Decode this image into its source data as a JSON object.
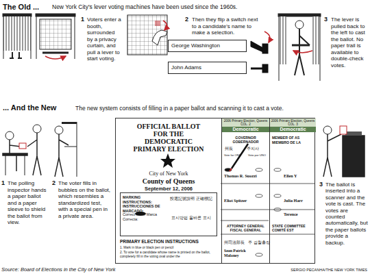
{
  "diagram": {
    "title": "The Old ...",
    "nodes": [
      {
        "text": [
          "George Washington"
        ]
      },
      {
        "text": [
          "John Adams"
        ]
      },
      {
        "text": [
          "OFFICIAL BALLOT FOR THE DEMOCRATIC PRIMARY ELECTION",
          "City of New York",
          "County of Queens",
          "September 12, 2006",
          "PRIMARY ELECTION INSTRUCTIONS",
          "1. Mark in blue or black pen or pencil",
          "2. To vote for a candidate whose name is printed on the ballot, completely fill in the voting oval under the"
        ]
      },
      {
        "text": [
          "MARKING INSTRUCTIONS: INSTRUCCIONES DE MARCADO:",
          "Correct Mark: Marca Correcta:",
          "投選記號說明 正確標記",
          "표시방법 올바른 표시"
        ],
        "in": 2
      },
      {
        "text": [
          "2006 Primary Election, Queens COL. 2",
          "Democratic",
          "GOVERNOR GOBERNADOR",
          "州長",
          "주지사",
          "Vote for ONE",
          "Voto por UNO",
          "Thomas R. Suozzi",
          "Eliot Spitzer",
          "ATTORNEY GENERAL FISCAL GENERAL",
          "州司法部長",
          "주 검찰총장",
          "Sean Patrick Maloney"
        ],
        "in": 2
      },
      {
        "text": [
          "2006 Primary Election, Queens COL. 3",
          "Democratic",
          "MEMBER OF AS",
          "MIEMBRO DE LA",
          "Ellen Y",
          "Julia Harr",
          "Terence",
          "STATE COMMITTEE COMITÉ EST"
        ],
        "in": 2
      }
    ],
    "labels": [
      "New York City's lever voting machines have been used since the 1960s.",
      "1",
      "Voters enter a booth, surrounded by a privacy curtain, and pull a lever to start voting.",
      "2",
      "Then they flip a switch next to a candidate's name to make a selection.",
      "3",
      "The lever is pulled back to the left to cast the ballot. No paper trail is available to double-check votes.",
      "... And the New",
      "The new system consists of filling in a paper ballot and scanning it to cast a vote.",
      "1",
      "The polling inspector hands a paper ballot and a paper sleeve to shield the ballot from view.",
      "2",
      "The voter fills in bubbles on the ballot, which resembles a standardized test, with a special pen in a private area.",
      "3",
      "The ballot is inserted into a scanner and the vote is cast. The votes are counted automatically, but the paper ballots provide a backup.",
      "Source: Board of Elections in the City of New York",
      "SERGIO PECANHA/THE NEW YORK TIMES"
    ]
  }
}
